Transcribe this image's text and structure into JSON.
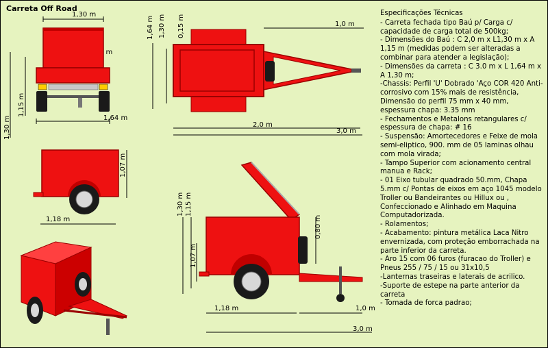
{
  "title": "Carreta Off Road",
  "colors": {
    "background": "#e6f3bf",
    "trailer_red": "#ee1111",
    "trailer_dark": "#9a0000",
    "tire": "#1a1a1a",
    "rim": "#d8d8d8"
  },
  "dimensions": {
    "rear_width": "1,30 m",
    "lid_gap": "0,15 m",
    "box_height": "1,15 m",
    "total_height": "1,30 m",
    "track_width": "1,64 m",
    "top_total_width": "1,64 m",
    "top_box_width": "1,30 m",
    "top_gap": "0,15 m",
    "drawbar_length": "1,0 m",
    "body_length": "2,0 m",
    "total_length": "3,0 m",
    "side_height": "1,07 m",
    "side_wheel_pos": "1,18 m",
    "open_total_height": "1,30 m",
    "open_box_height": "1,15 m",
    "open_side_height": "1,07 m",
    "open_lid_height": "0,80 m",
    "open_wheel_pos": "1,18 m",
    "open_drawbar_length": "1,0 m",
    "open_total_length": "3,0 m"
  },
  "specs": {
    "title": "Especificações Técnicas",
    "items": [
      "- Carreta fechada tipo Baú p/ Carga c/ capacidade de carga total de 500kg;",
      "- Dimensões do Baú : C 2,0 m x L1,30 m x A 1,15 m (medidas podem ser alteradas a combinar para atender a legislação);",
      "- Dimensões da carreta : C 3.0 m x L 1,64 m x A 1,30 m;",
      "-Chassis: Perfil 'U' Dobrado 'Aço COR 420 Anti-corrosivo com 15% mais de resistência, Dimensão do perfil 75 mm x 40 mm, espessura chapa: 3.35 mm",
      "- Fechamentos e Metalons retangulares c/ espessura de chapa: # 16",
      "- Suspensão: Amortecedores e Feixe de mola semi-eliptico, 900. mm de 05 laminas olhau com mola virada;",
      "- Tampo Superior com acionamento central manua e  Rack;",
      "- 01 Eixo tubular quadrado 50.mm, Chapa 5.mm c/ Pontas de eixos em aço 1045 modelo Troller ou Bandeirantes ou Hillux ou , Confeccionado e Alinhado em Maquina Computadorizada.",
      "- Rolamentos;",
      "- Acabamento: pintura metálica Laca Nitro envernizada, com proteção emborrachada na parte inferior da carreta.",
      "- Aro 15 com 06 furos (furacao do Troller) e Pneus 255 / 75 / 15 ou 31x10,5",
      "-Lanternas traseiras e laterais de acrilico.",
      "-Suporte de estepe na parte anterior da carreta",
      "- Tomada de forca padrao;"
    ]
  }
}
